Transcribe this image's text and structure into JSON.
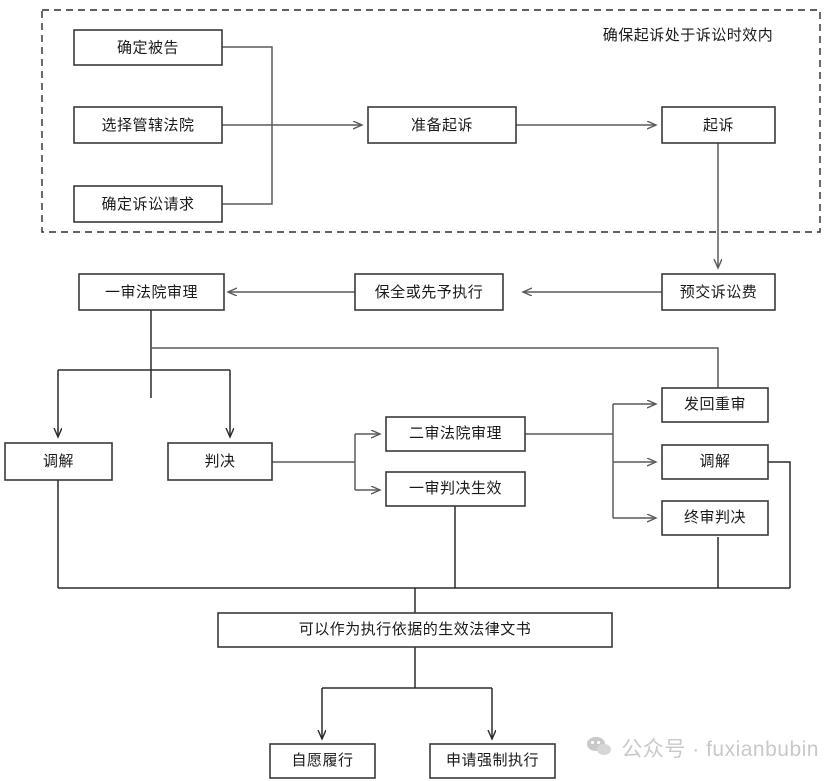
{
  "diagram": {
    "title_note": "确保起诉处于诉讼时效内",
    "nodes": {
      "determine_defendant": "确定被告",
      "choose_court": "选择管辖法院",
      "determine_claims": "确定诉讼请求",
      "prepare_lawsuit": "准备起诉",
      "file_lawsuit": "起诉",
      "prepay_fees": "预交诉讼费",
      "preservation": "保全或先予执行",
      "first_instance_trial": "一审法院审理",
      "mediation_first": "调解",
      "judgment": "判决",
      "second_instance_trial": "二审法院审理",
      "first_judgment_effective": "一审判决生效",
      "remand_retrial": "发回重审",
      "mediation_second": "调解",
      "final_judgment": "终审判决",
      "enforceable_documents": "可以作为执行依据的生效法律文书",
      "voluntary_performance": "自愿履行",
      "apply_enforcement": "申请强制执行"
    }
  },
  "watermark": {
    "text": "公众号 · fuxianbubin",
    "icon": "wechat-icon"
  },
  "colors": {
    "background": "#ffffff",
    "box_stroke": "#3a3a3a",
    "edge_stroke": "#5a5a5a",
    "text": "#1a1a1a",
    "watermark": "#c9c9c9"
  }
}
